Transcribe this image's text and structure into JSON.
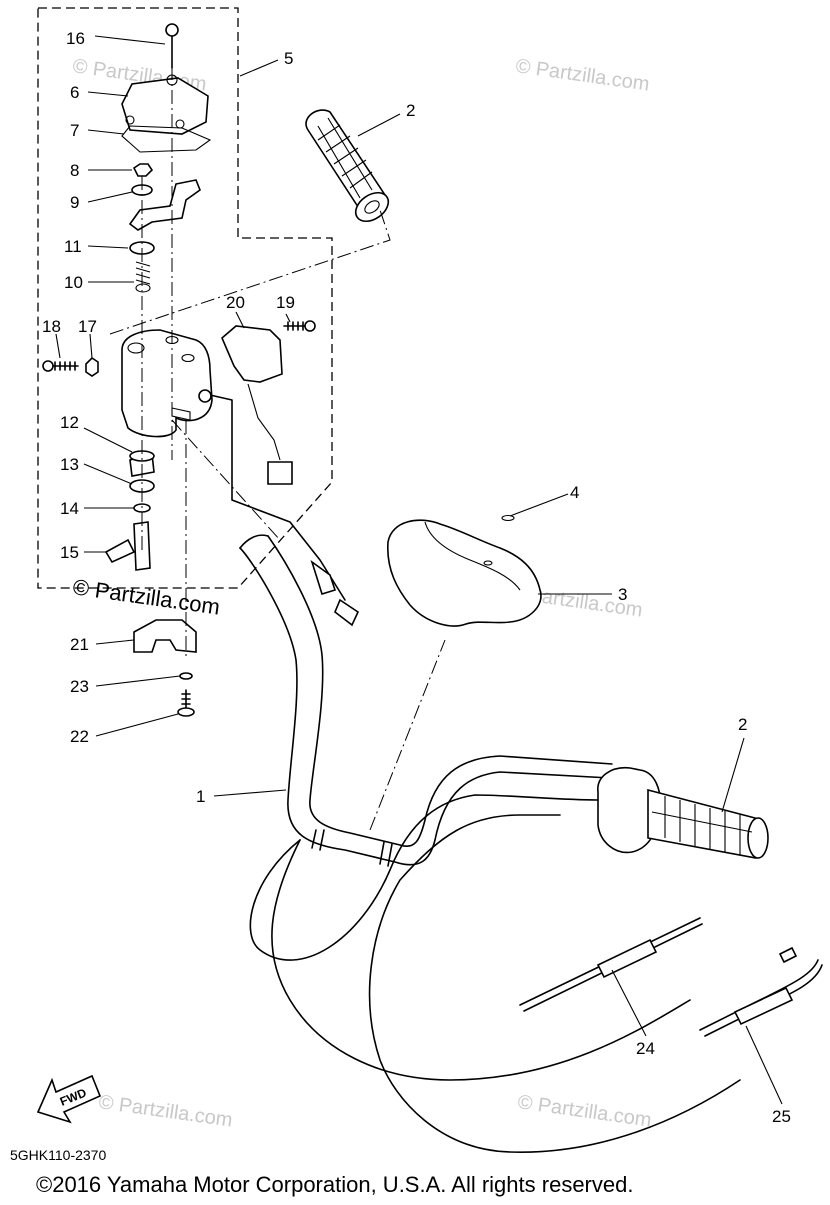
{
  "diagram": {
    "drawing_code": "5GHK110-2370",
    "copyright": "©2016 Yamaha Motor Corporation, U.S.A. All rights reserved.",
    "fwd_label": "FWD",
    "watermarks": [
      "© Partzilla.com",
      "© Partzilla.com",
      "© Partzilla.com",
      "© Partzilla.com",
      "© Partzilla.com",
      "© Partzilla.com"
    ],
    "callouts": [
      "16",
      "5",
      "6",
      "7",
      "2",
      "8",
      "9",
      "11",
      "10",
      "18",
      "17",
      "20",
      "19",
      "12",
      "13",
      "14",
      "15",
      "4",
      "3",
      "21",
      "23",
      "22",
      "2",
      "1",
      "24",
      "25"
    ]
  }
}
